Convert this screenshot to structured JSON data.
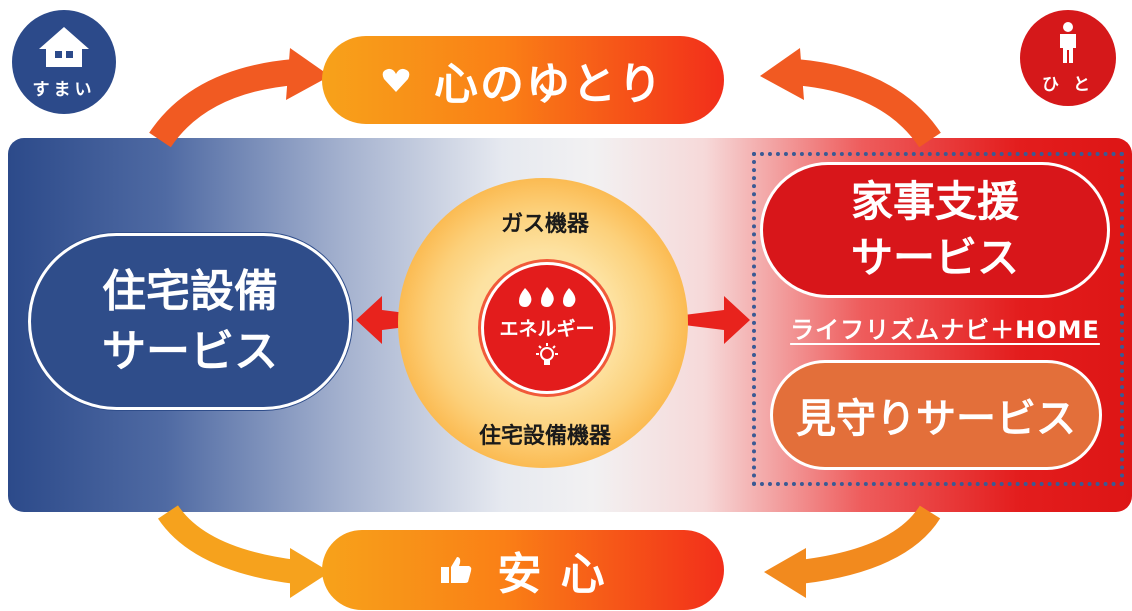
{
  "top": {
    "label": "心のゆとり",
    "icon": "heart-icon"
  },
  "bottom": {
    "label": "安 心",
    "icon": "thumbs-up-icon"
  },
  "corners": {
    "home": {
      "label": "すまい",
      "icon": "house-icon"
    },
    "person": {
      "label": "ひ と",
      "icon": "person-icon"
    }
  },
  "left_service": {
    "line1": "住宅設備",
    "line2": "サービス"
  },
  "right_services": {
    "housework": {
      "line1": "家事支援",
      "line2": "サービス"
    },
    "navi": "ライフリズムナビ＋HOME",
    "watch": "見守りサービス"
  },
  "core": {
    "top_label": "ガス機器",
    "center_label": "エネルギー",
    "bottom_label": "住宅設備機器",
    "icons": [
      "flame-icon",
      "flame-icon",
      "flame-icon",
      "lightbulb-icon"
    ]
  },
  "colors": {
    "navy": "#2c4a8a",
    "red": "#d8161a",
    "orange": "#e36f3a",
    "gold": "#f7a21a"
  }
}
